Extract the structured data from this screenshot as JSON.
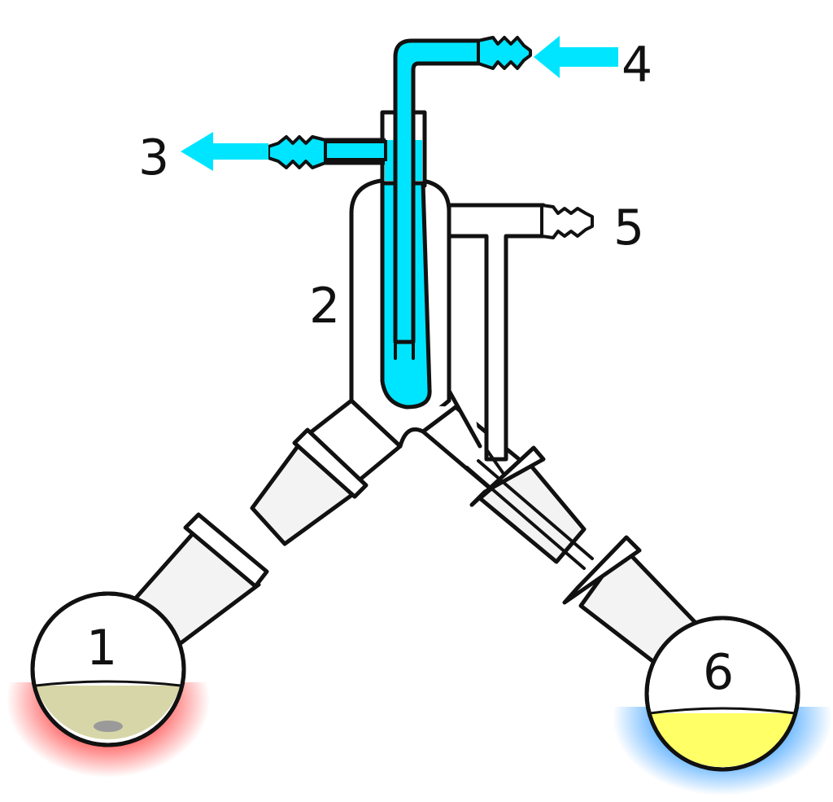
{
  "labels": {
    "flask_left": "1",
    "apparatus_body": "2",
    "coolant_outlet": "3",
    "coolant_inlet": "4",
    "vacuum_port": "5",
    "flask_right": "6"
  },
  "colors": {
    "coolant": "#00e5ff",
    "sample_liquid": "#d6d6a8",
    "distillate": "#ffff66",
    "heat_glow": "#ff4d4d",
    "cooling_glow": "#3aa0ff",
    "residue": "#9a9a9a",
    "glass_outline": "#111111"
  }
}
